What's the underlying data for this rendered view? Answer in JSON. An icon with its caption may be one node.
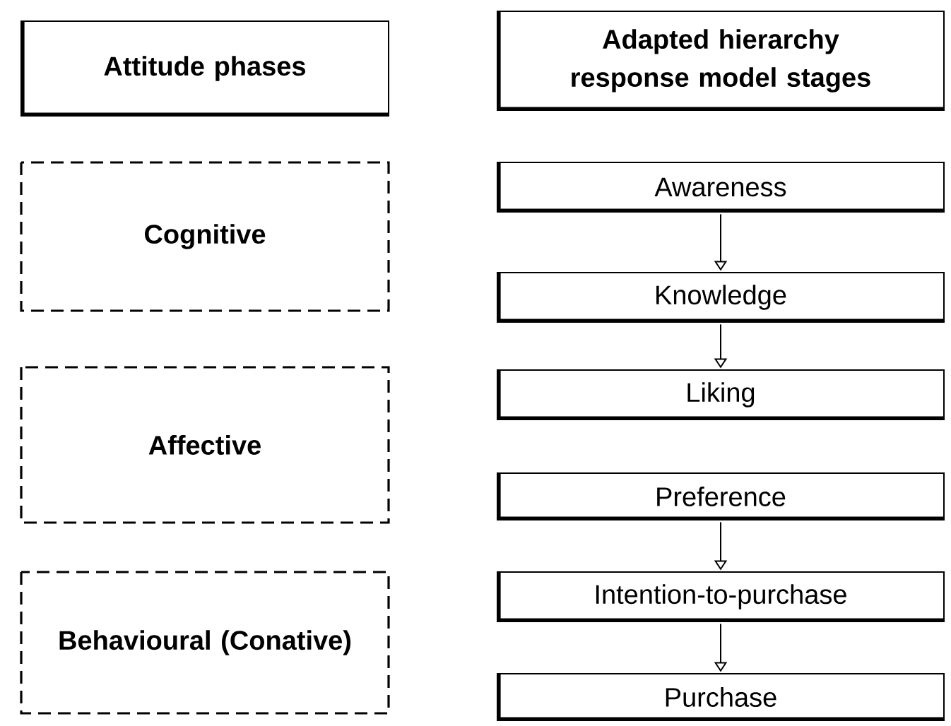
{
  "diagram": {
    "nodes": [
      {
        "text": [
          "Attitude phases"
        ]
      },
      {
        "text": [
          "Adapted hierarchy response model stages"
        ]
      },
      {
        "text": [
          "Cognitive"
        ]
      },
      {
        "text": [
          "Awareness"
        ]
      },
      {
        "text": [
          "Knowledge"
        ]
      },
      {
        "text": [
          "Liking"
        ]
      },
      {
        "text": [
          "Affective"
        ]
      },
      {
        "text": [
          "Preference"
        ]
      },
      {
        "text": [
          "Intention-to-purchase"
        ]
      },
      {
        "text": [
          "Behavioural (Conative)"
        ]
      },
      {
        "text": [
          "Purchase"
        ]
      }
    ],
    "edges": [
      {
        "from": 3,
        "to": 4,
        "arrow": "to"
      },
      {
        "from": 4,
        "to": 5,
        "arrow": "to"
      },
      {
        "from": 7,
        "to": 8,
        "arrow": "to"
      },
      {
        "from": 8,
        "to": 10,
        "arrow": "to"
      }
    ]
  }
}
